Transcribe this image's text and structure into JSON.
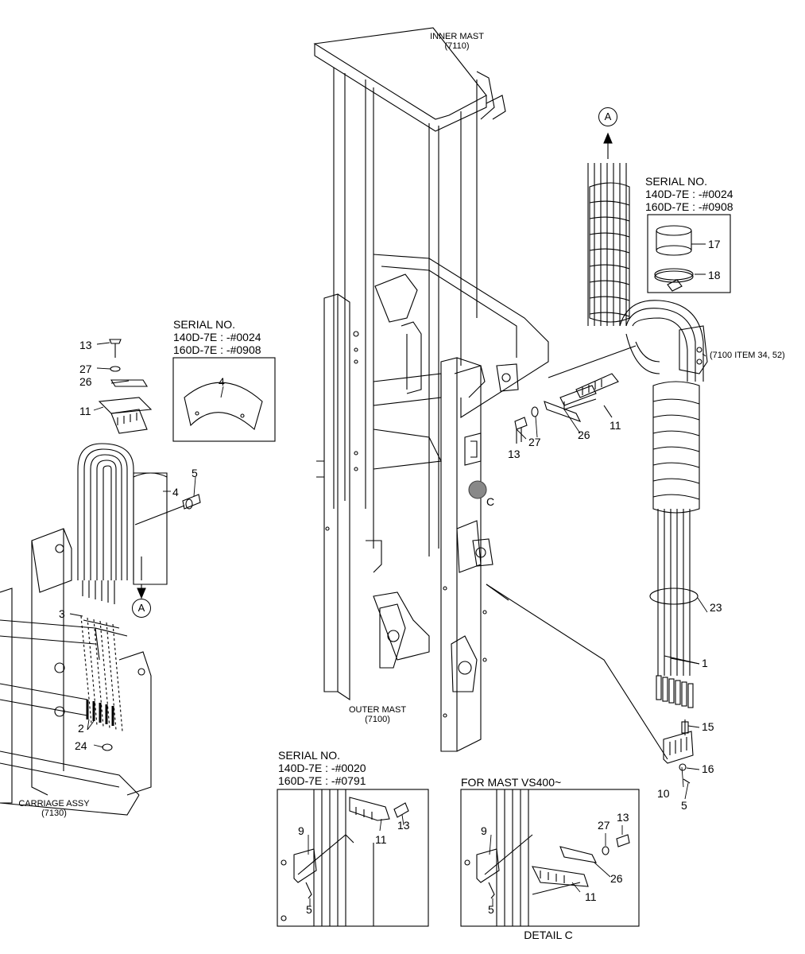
{
  "labels": {
    "inner_mast": "INNER MAST",
    "inner_mast_code": "(7110)",
    "outer_mast": "OUTER MAST",
    "outer_mast_code": "(7100)",
    "carriage_assy": "CARRIAGE ASSY",
    "carriage_code": "(7130)",
    "ref_7100_items": "(7100 ITEM 34, 52)",
    "detail_c": "DETAIL C",
    "detail_marker": "C",
    "for_mast": "FOR MAST VS400~"
  },
  "serial_boxes": {
    "left": {
      "title": "SERIAL NO.",
      "line1": "140D-7E : -#0024",
      "line2": "160D-7E : -#0908"
    },
    "right": {
      "title": "SERIAL NO.",
      "line1": "140D-7E : -#0024",
      "line2": "160D-7E : -#0908"
    },
    "bottom": {
      "title": "SERIAL NO.",
      "line1": "140D-7E : -#0020",
      "line2": "160D-7E : -#0791"
    }
  },
  "callouts": {
    "a_top": "A",
    "a_left": "A"
  },
  "parts": {
    "p1": "1",
    "p2": "2",
    "p3": "3",
    "p4a": "4",
    "p4b": "4",
    "p5a": "5",
    "p5b": "5",
    "p5c": "5",
    "p5d": "5",
    "p9a": "9",
    "p9b": "9",
    "p10": "10",
    "p11a": "11",
    "p11b": "11",
    "p11c": "11",
    "p11d": "11",
    "p13a": "13",
    "p13b": "13",
    "p13c": "13",
    "p13d": "13",
    "p15": "15",
    "p16": "16",
    "p17": "17",
    "p18": "18",
    "p23": "23",
    "p24": "24",
    "p26a": "26",
    "p26b": "26",
    "p26c": "26",
    "p27a": "27",
    "p27b": "27",
    "p27c": "27"
  }
}
